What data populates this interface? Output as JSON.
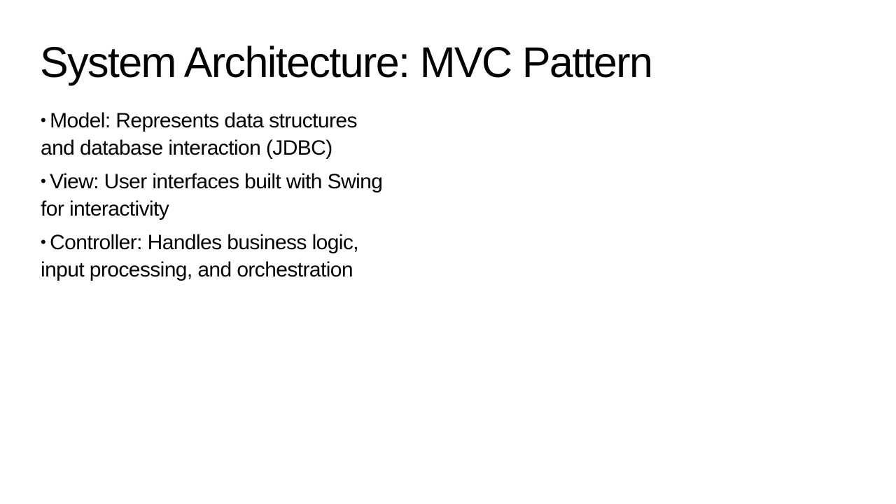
{
  "slide": {
    "title": "System Architecture: MVC Pattern",
    "bullets": [
      {
        "marker": "•",
        "text": "Model: Represents data structures and database interaction (JDBC)"
      },
      {
        "marker": "•",
        "text": "View: User interfaces built with Swing for interactivity"
      },
      {
        "marker": "•",
        "text": "Controller: Handles business logic, input processing, and orchestration"
      }
    ],
    "colors": {
      "background": "#ffffff",
      "text": "#000000"
    }
  }
}
